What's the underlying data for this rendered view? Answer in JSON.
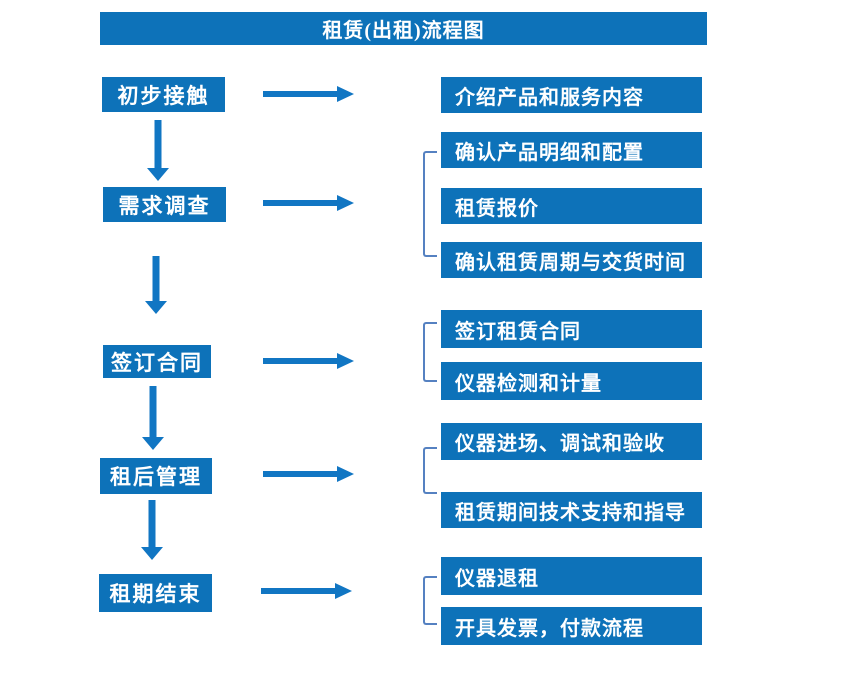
{
  "title": "租赁(出租)流程图",
  "colors": {
    "box": "#0D72B9",
    "arrow": "#1176C3",
    "bracket": "#5581C1",
    "text": "#FFFFFF"
  },
  "steps": [
    {
      "label": "初步接触",
      "details": [
        "介绍产品和服务内容"
      ]
    },
    {
      "label": "需求调查",
      "details": [
        "确认产品明细和配置",
        "租赁报价",
        "确认租赁周期与交货时间"
      ]
    },
    {
      "label": "签订合同",
      "details": [
        "签订租赁合同",
        "仪器检测和计量"
      ]
    },
    {
      "label": "租后管理",
      "details": [
        "仪器进场、调试和验收",
        "租赁期间技术支持和指导"
      ]
    },
    {
      "label": "租期结束",
      "details": [
        "仪器退租",
        "开具发票，付款流程"
      ]
    }
  ]
}
